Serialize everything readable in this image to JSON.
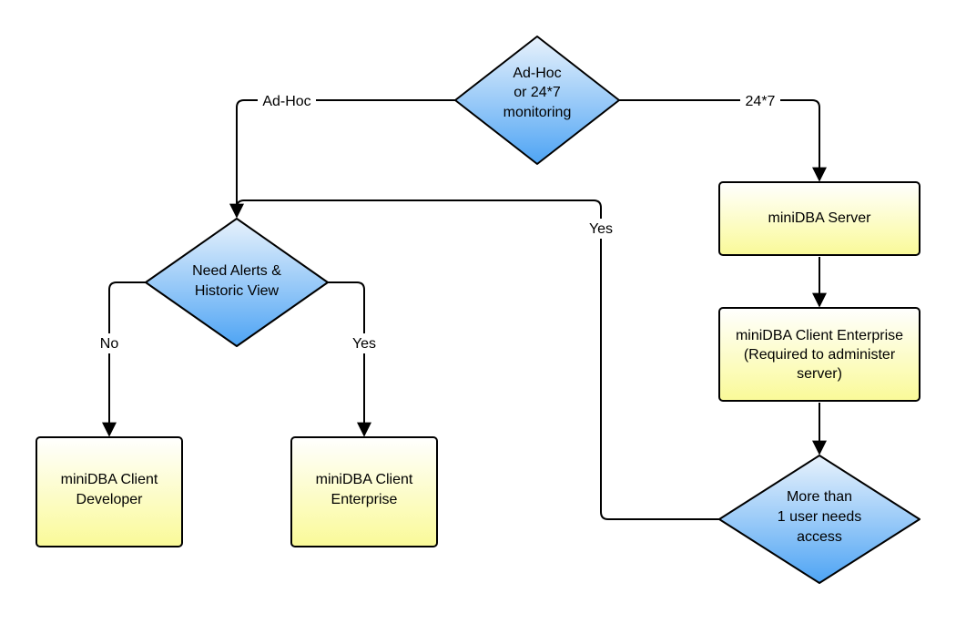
{
  "diagram": {
    "decision_top": [
      "Ad-Hoc",
      "or 24*7",
      "monitoring"
    ],
    "decision_alerts": [
      "Need Alerts &",
      "Historic View"
    ],
    "decision_users": [
      "More than",
      "1 user needs",
      "access"
    ],
    "box_server": [
      "miniDBA Server"
    ],
    "box_client_enterprise_admin": [
      "miniDBA Client Enterprise",
      "(Required to administer",
      "server)"
    ],
    "box_client_developer": [
      "miniDBA Client",
      "Developer"
    ],
    "box_client_enterprise": [
      "miniDBA Client",
      "Enterprise"
    ],
    "edge_labels": {
      "adhoc": "Ad-Hoc",
      "twentyfour_seven": "24*7",
      "no": "No",
      "yes_left": "Yes",
      "yes_loop": "Yes"
    }
  },
  "colors": {
    "stroke": "#000000",
    "box_top": "#ffffff",
    "box_bottom": "#fafa98",
    "diamond_top": "#e8f2fc",
    "diamond_bottom": "#4ea4f4"
  }
}
